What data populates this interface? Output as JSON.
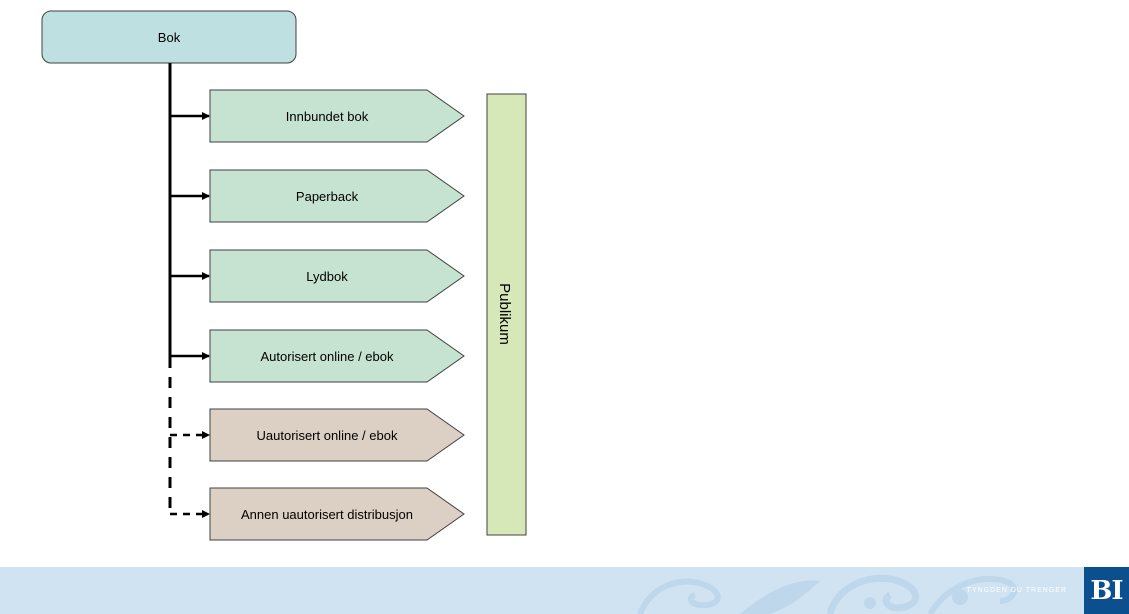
{
  "diagram": {
    "root": {
      "label": "Bok"
    },
    "outputs": [
      {
        "label": "Innbundet bok",
        "authorized": true
      },
      {
        "label": "Paperback",
        "authorized": true
      },
      {
        "label": "Lydbok",
        "authorized": true
      },
      {
        "label": "Autorisert online / ebok",
        "authorized": true
      },
      {
        "label": "Uautorisert online / ebok",
        "authorized": false
      },
      {
        "label": "Annen uautorisert distribusjon",
        "authorized": false
      }
    ],
    "audience": {
      "label": "Publikum"
    },
    "colors": {
      "root_fill": "#bfe0e0",
      "authorized_fill": "#c6e2d0",
      "unauthorized_fill": "#dccfc4",
      "audience_fill": "#d7e8b8",
      "stroke": "#404040"
    }
  },
  "footer": {
    "tagline": "TYNGDEN DU TRENGER",
    "logo": "BI"
  }
}
